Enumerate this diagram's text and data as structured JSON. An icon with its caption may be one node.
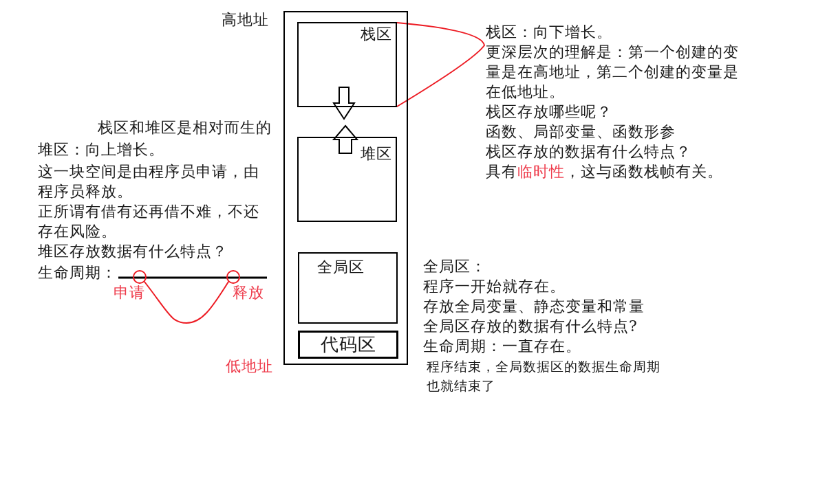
{
  "diagram": {
    "nodes": [
      {
        "text": [],
        "shape": "box"
      },
      {
        "text": [
          "栈区"
        ],
        "in": 0
      },
      {
        "text": [
          "堆区"
        ],
        "in": 0
      },
      {
        "text": [
          "全局区"
        ],
        "in": 0
      },
      {
        "text": [
          "代码区"
        ],
        "in": 0
      },
      {
        "text": [
          "栈区：向下增长。",
          "更深层次的理解是：第一个创建的变量是在高地址，第二个创建的变量是在低地址。",
          "栈区存放哪些呢？",
          "函数、局部变量、函数形参",
          "栈区存放的数据有什么特点？",
          "具有**临时性**，这与函数栈帧有关。"
        ]
      },
      {
        "text": [],
        "shape": "circle",
        "beside": [
          "申请"
        ]
      },
      {
        "text": [],
        "shape": "circle",
        "beside": [
          "释放"
        ]
      }
    ],
    "edges": [
      {
        "from": 5,
        "to": 1,
        "arrow": "none",
        "color": "#ed1c24"
      },
      {
        "from": 6,
        "to": 7,
        "arrow": "none",
        "color": "#ed1c24"
      }
    ],
    "labels": [
      "高地址",
      "栈区和堆区是相对而生的",
      "堆区：向上增长。",
      "这一块空间是由程序员申请，由程序员释放。",
      "正所谓有借有还再借不难，不还存在风险。",
      "堆区存放数据有什么特点？",
      "生命周期：",
      "全局区：",
      "程序一开始就存在。",
      "存放全局变量、静态变量和常量",
      "全局区存放的数据有什么特点?",
      "生命周期：一直存在。",
      "程序结束，全局数据区的数据生命周期也就结束了",
      "低地址"
    ]
  }
}
